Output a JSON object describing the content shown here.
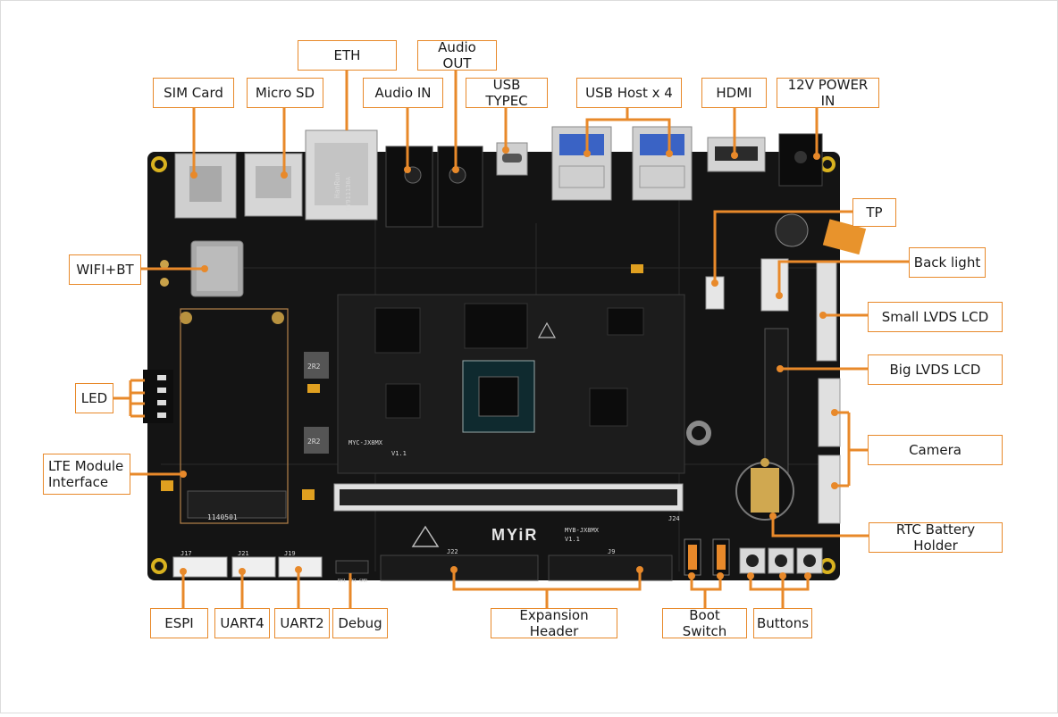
{
  "board": {
    "brand": "MYiR",
    "model": "MYB-JX8MX",
    "version": "V1.1",
    "som_model": "MYC-JX8MX",
    "som_version": "V1.1",
    "silkscreen": {
      "eth_vendor": "HanRun",
      "eth_part": "HY911130A",
      "connector_j24": "J24",
      "header_j22": "J22",
      "header_j9": "J9",
      "header_j19": "J19",
      "header_j17": "J17",
      "header_j21": "J21",
      "lte_part": "1140501",
      "inductor_1": "2R2",
      "inductor_2": "2R2",
      "debug_pins": "RX1 TX1 GND"
    }
  },
  "labels": {
    "sim_card": "SIM Card",
    "micro_sd": "Micro SD",
    "eth": "ETH",
    "audio_in": "Audio IN",
    "audio_out": "Audio OUT",
    "usb_typec": "USB TYPEC",
    "usb_host": "USB Host x 4",
    "hdmi": "HDMI",
    "power_in": "12V POWER IN",
    "tp": "TP",
    "back_light": "Back light",
    "small_lvds": "Small LVDS LCD",
    "big_lvds": "Big LVDS LCD",
    "camera": "Camera",
    "rtc_battery": "RTC Battery Holder",
    "buttons": "Buttons",
    "boot_switch": "Boot Switch",
    "expansion_header": "Expansion Header",
    "debug": "Debug",
    "uart2": "UART2",
    "uart4": "UART4",
    "espi": "ESPI",
    "lte_module": "LTE Module\nInterface",
    "led": "LED",
    "wifi_bt": "WIFI+BT"
  },
  "colors": {
    "accent": "#e8892a",
    "pcb": "#141414",
    "label_border": "#e8892a",
    "mounting_hole": "#d9b21f"
  }
}
